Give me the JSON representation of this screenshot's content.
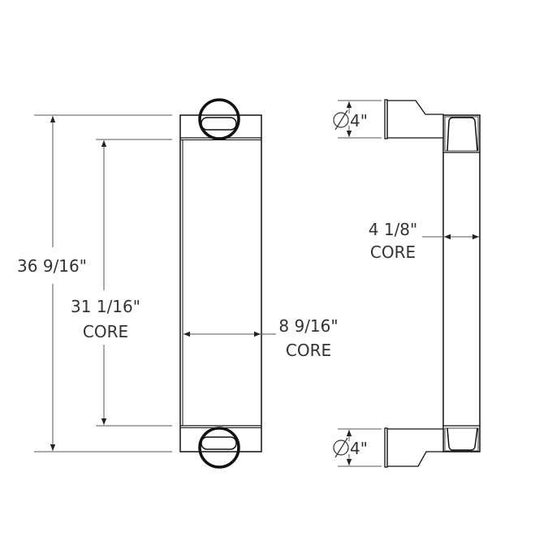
{
  "front_view": {
    "overall_height": "36 9/16\"",
    "core_height": "31 1/16\"",
    "core_height_label": "CORE",
    "core_width": "8 9/16\"",
    "core_width_label": "CORE"
  },
  "side_view": {
    "inlet_diameter": "4\"",
    "outlet_diameter": "4\"",
    "core_depth": "4 1/8\"",
    "core_depth_label": "CORE"
  },
  "colors": {
    "line": "#111111",
    "dimension": "#555555"
  }
}
